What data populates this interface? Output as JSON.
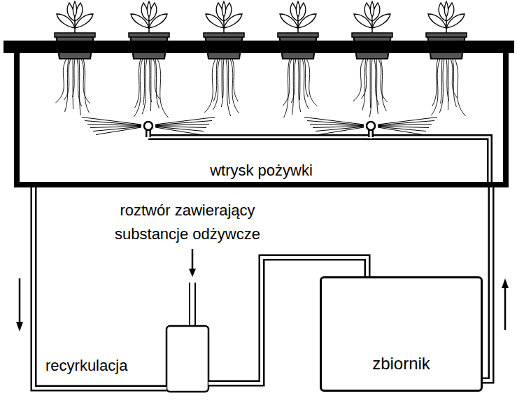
{
  "diagram": {
    "nodes": [
      {
        "text": [
          "wtrysk pożywki"
        ]
      },
      {
        "text": [
          "zbiornik"
        ]
      }
    ],
    "edges": [
      {
        "from": 1,
        "to": 0,
        "arrow": "none"
      },
      {
        "from": 0,
        "to": 1,
        "arrow": "none",
        "label": "recyrkulacja"
      }
    ],
    "labels": [
      "roztwór zawierający substancje odżywcze"
    ]
  }
}
